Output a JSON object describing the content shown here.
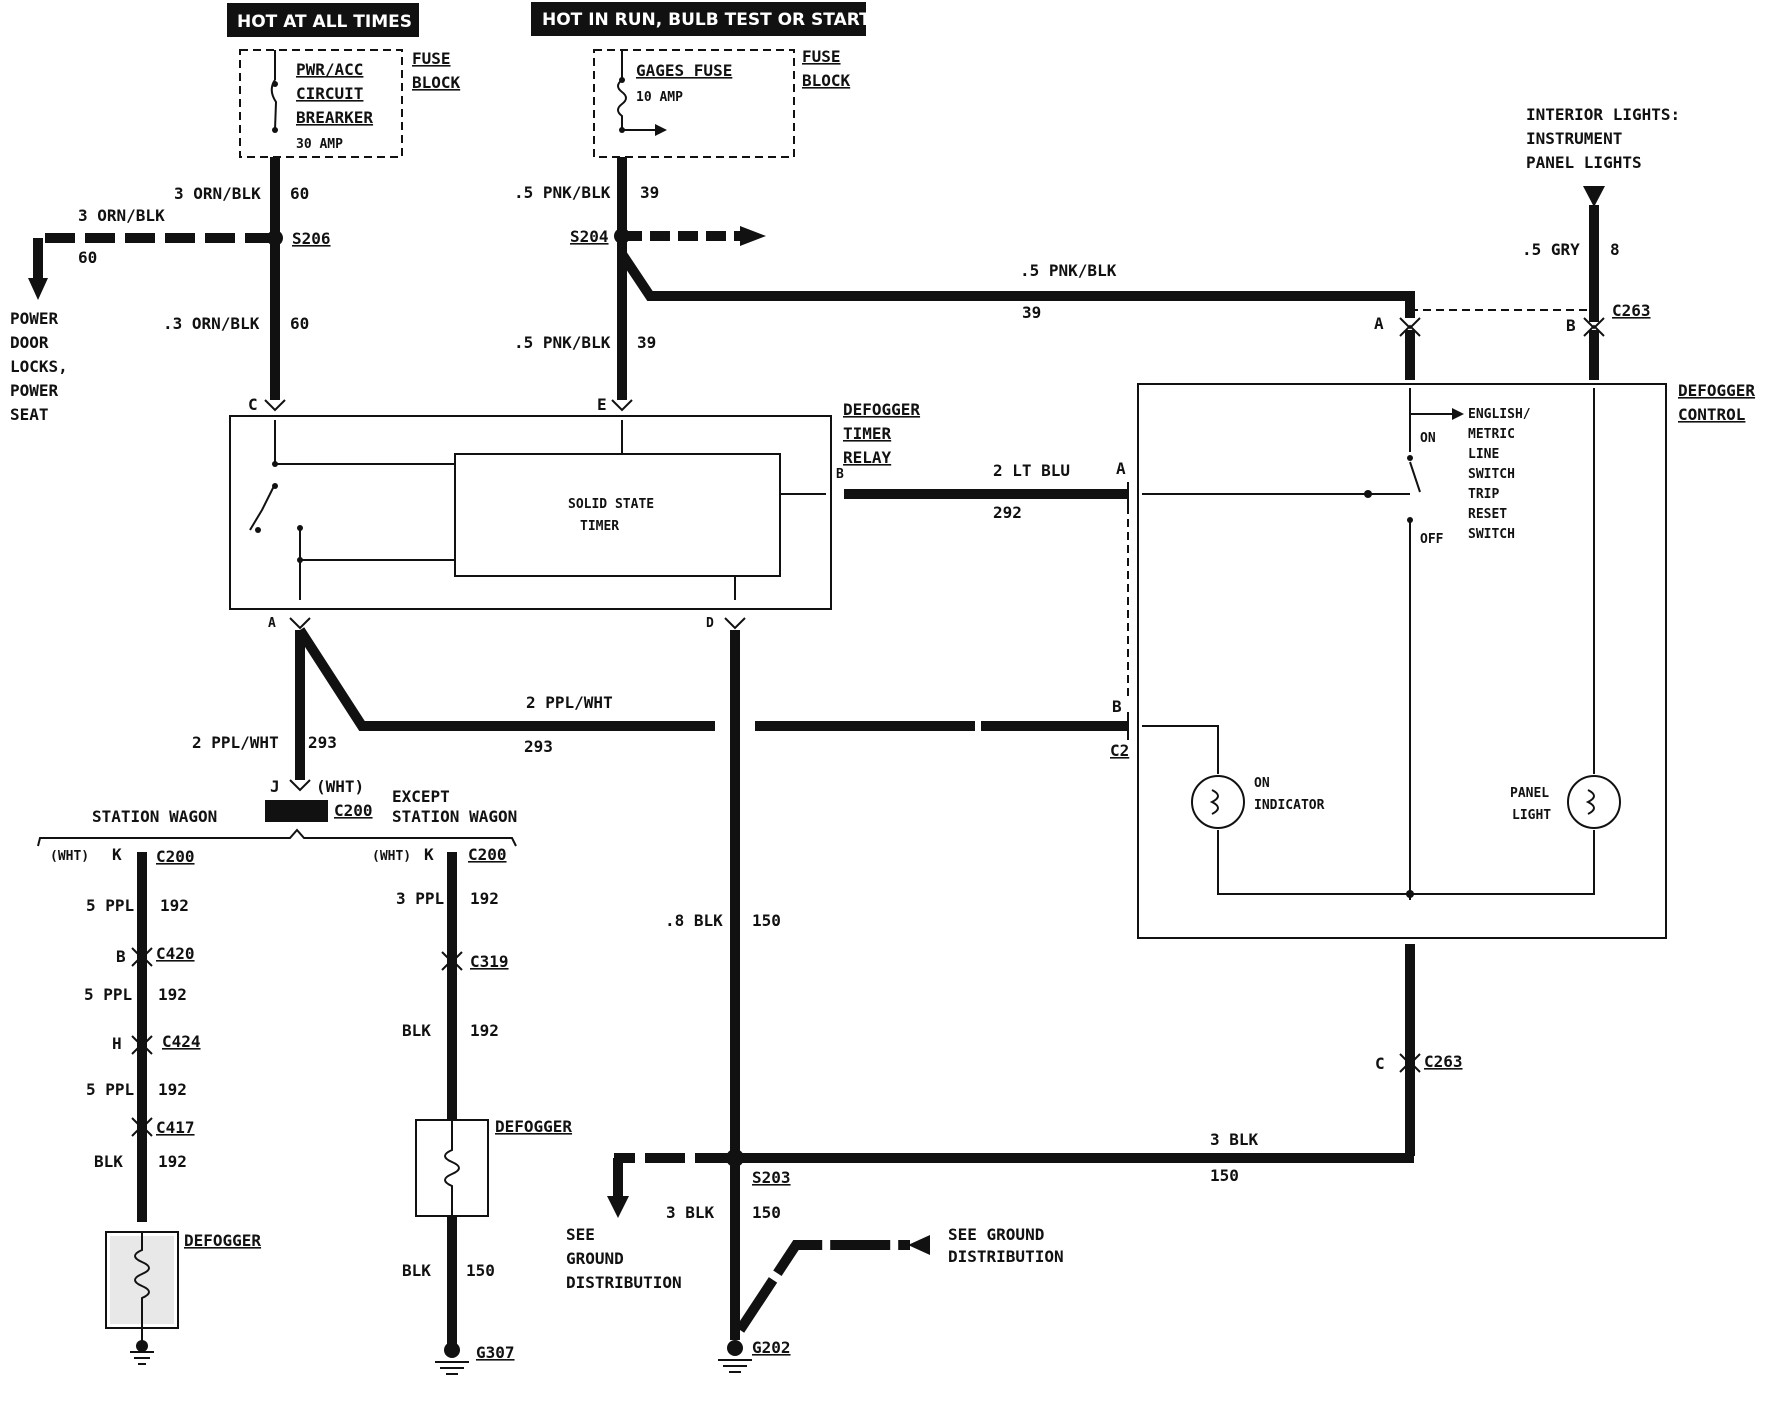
{
  "headers": {
    "hot_all_times": "HOT AT ALL TIMES",
    "hot_in_run": "HOT IN RUN,  BULB TEST OR START"
  },
  "fuse_left": {
    "line1": "PWR/ACC",
    "line2": "CIRCUIT",
    "line3": "BREARKER",
    "rating": "30 AMP",
    "block1": "FUSE",
    "block2": "BLOCK"
  },
  "fuse_center": {
    "name": "GAGES FUSE",
    "rating": "10 AMP",
    "block1": "FUSE",
    "block2": "BLOCK"
  },
  "interior": {
    "line1": "INTERIOR LIGHTS:",
    "line2": "INSTRUMENT",
    "line3": "PANEL LIGHTS"
  },
  "wires": {
    "w1_size": "3 ORN/BLK",
    "w1_num": "60",
    "w2_size": "3 ORN/BLK",
    "w2_num": "60",
    "w3_size": ".3 ORN/BLK",
    "w3_num": "60",
    "w4_size": ".5 PNK/BLK",
    "w4_num": "39",
    "w5_size": ".5 PNK/BLK",
    "w5_num": "39",
    "w6_size": ".5 PNK/BLK",
    "w6_num": "39",
    "w7_size": ".5 GRY",
    "w7_num": "8",
    "w8_size": "2 LT BLU",
    "w8_num": "292",
    "w9_size": "2 PPL/WHT",
    "w9_num": "293",
    "w10_size": "2 PPL/WHT",
    "w10_num": "293",
    "w11_size": ".8 BLK",
    "w11_num": "150",
    "w12_size": "3 BLK",
    "w12_num": "150",
    "w13_size": "3 BLK",
    "w13_num": "150",
    "sw_a_size": "5 PPL",
    "sw_a_num": "192",
    "sw_b_size": "5 PPL",
    "sw_b_num": "192",
    "sw_c_size": "5 PPL",
    "sw_c_num": "192",
    "sw_d_size": "BLK",
    "sw_d_num": "192",
    "ex_a_size": "3 PPL",
    "ex_a_num": "192",
    "ex_b_size": "BLK",
    "ex_b_num": "192",
    "ex_c_size": "BLK",
    "ex_c_num": "150"
  },
  "splices": {
    "s206": "S206",
    "s204": "S204",
    "s203": "S203"
  },
  "connectors": {
    "c263_top": "C263",
    "c263_bottom": "C263",
    "c200_main": "C200",
    "c200_left": "C200",
    "c200_right": "C200",
    "c420": "C420",
    "c424": "C424",
    "c417": "C417",
    "c319": "C319",
    "c2": "C2"
  },
  "pins": {
    "relay_c": "C",
    "relay_e": "E",
    "relay_b": "B",
    "relay_a": "A",
    "relay_d": "D",
    "ctrl_a_top": "A",
    "ctrl_b_top": "B",
    "ctrl_a_side": "A",
    "ctrl_b_side": "B",
    "ctrl_c": "C",
    "c200_j": "J",
    "c200_wht": "(WHT)",
    "sw_k_wht": "(WHT)",
    "sw_k": "K",
    "sw_b": "B",
    "sw_h": "H",
    "ex_k_wht": "(WHT)",
    "ex_k": "K"
  },
  "components": {
    "relay1": "DEFOGGER",
    "relay2": "TIMER",
    "relay3": "RELAY",
    "timer1": "SOLID STATE",
    "timer2": "TIMER",
    "ctrl1": "DEFOGGER",
    "ctrl2": "CONTROL",
    "sw1": "ENGLISH/",
    "sw2": "METRIC",
    "sw3": "LINE",
    "sw4": "SWITCH",
    "sw5": "TRIP",
    "sw6": "RESET",
    "sw7": "SWITCH",
    "sw_on": "ON",
    "sw_off": "OFF",
    "ind1": "ON",
    "ind2": "INDICATOR",
    "pl1": "PANEL",
    "pl2": "LIGHT",
    "def_sw": "DEFOGGER",
    "def_ex": "DEFOGGER"
  },
  "labels": {
    "pdl1": "POWER",
    "pdl2": "DOOR",
    "pdl3": "LOCKS,",
    "pdl4": "POWER",
    "pdl5": "SEAT",
    "station_wagon": "STATION WAGON",
    "except1": "EXCEPT",
    "except2": "STATION WAGON",
    "see1": "SEE",
    "see2": "GROUND",
    "see3": "DISTRIBUTION",
    "see4": "SEE GROUND",
    "see5": "DISTRIBUTION"
  },
  "grounds": {
    "g307": "G307",
    "g202": "G202"
  }
}
